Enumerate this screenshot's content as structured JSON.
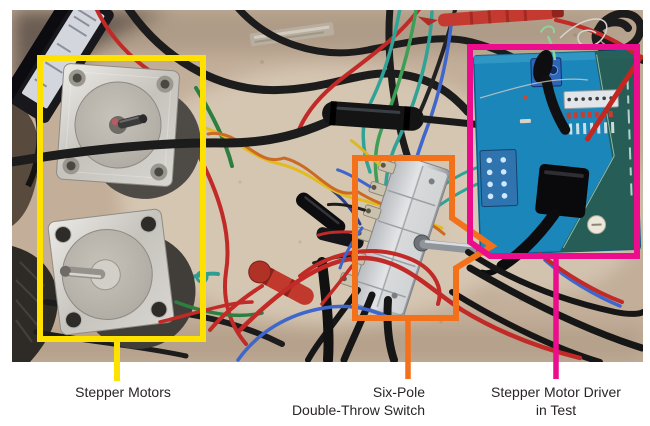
{
  "annotations": {
    "stepper_motors": {
      "label": "Stepper Motors",
      "color": "#ffe100"
    },
    "six_pole_switch": {
      "line1": "Six-Pole",
      "line2": "Double-Throw Switch",
      "color": "#f4711c"
    },
    "driver_in_test": {
      "line1": "Stepper Motor Driver",
      "line2": "in Test",
      "color": "#ec0d8c"
    }
  },
  "palette": {
    "page_background": "#ffffff",
    "bench": "#c2ae99",
    "pcb_board": "#1b86ba",
    "pcb_dark_region": "#275b4e",
    "label_text": "#292526"
  }
}
